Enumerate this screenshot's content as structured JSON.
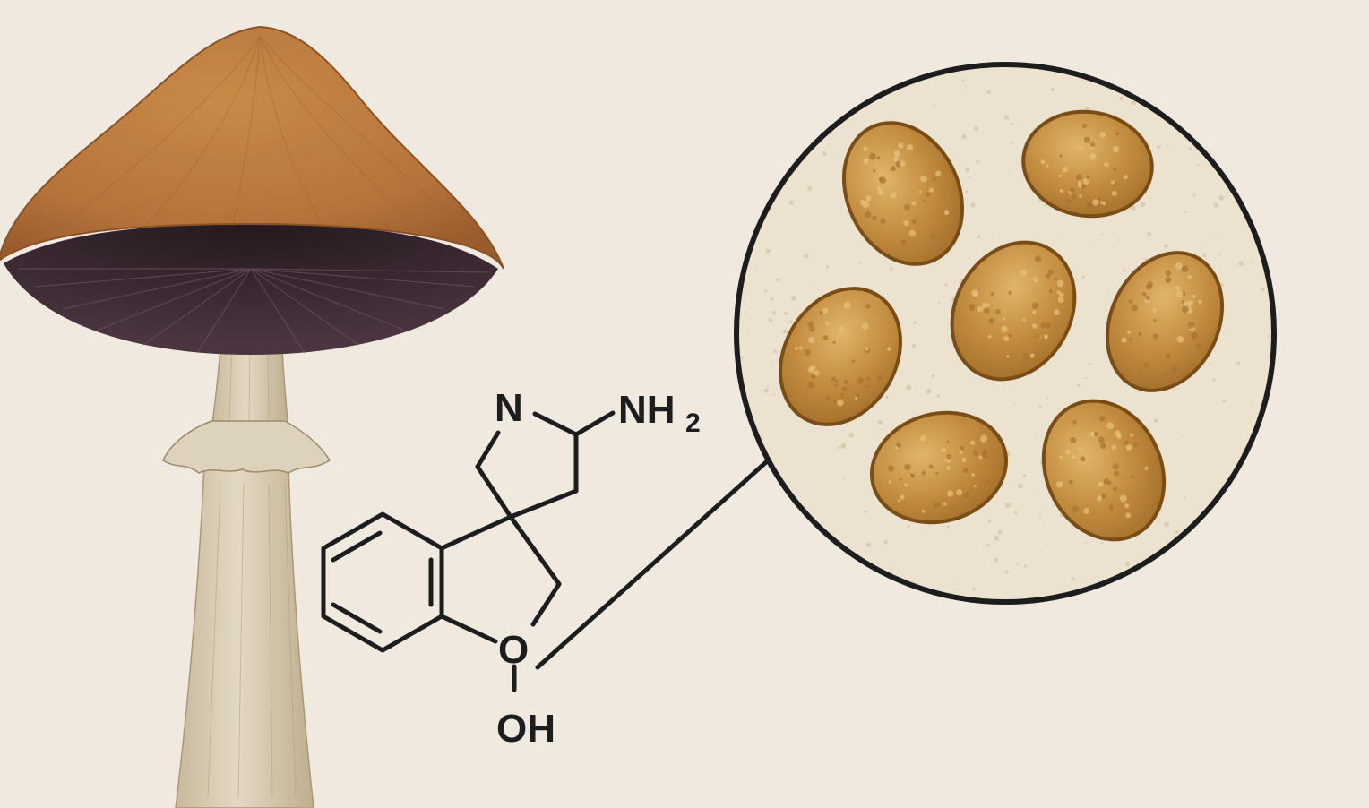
{
  "molecule": {
    "labels": {
      "nitrogen": "N",
      "amine_main": "NH",
      "amine_subscript": "2",
      "oxygen": "O",
      "hydroxyl": "OH"
    }
  },
  "micrograph": {
    "spore_count": 7
  },
  "colors": {
    "background": "#efe9df",
    "cap": "#b9763a",
    "gills": "#3d2a33",
    "stem": "#d8ccb3",
    "spore": "#c08a3e",
    "spore_outline": "#7a4d17",
    "line": "#1d1d1d"
  }
}
